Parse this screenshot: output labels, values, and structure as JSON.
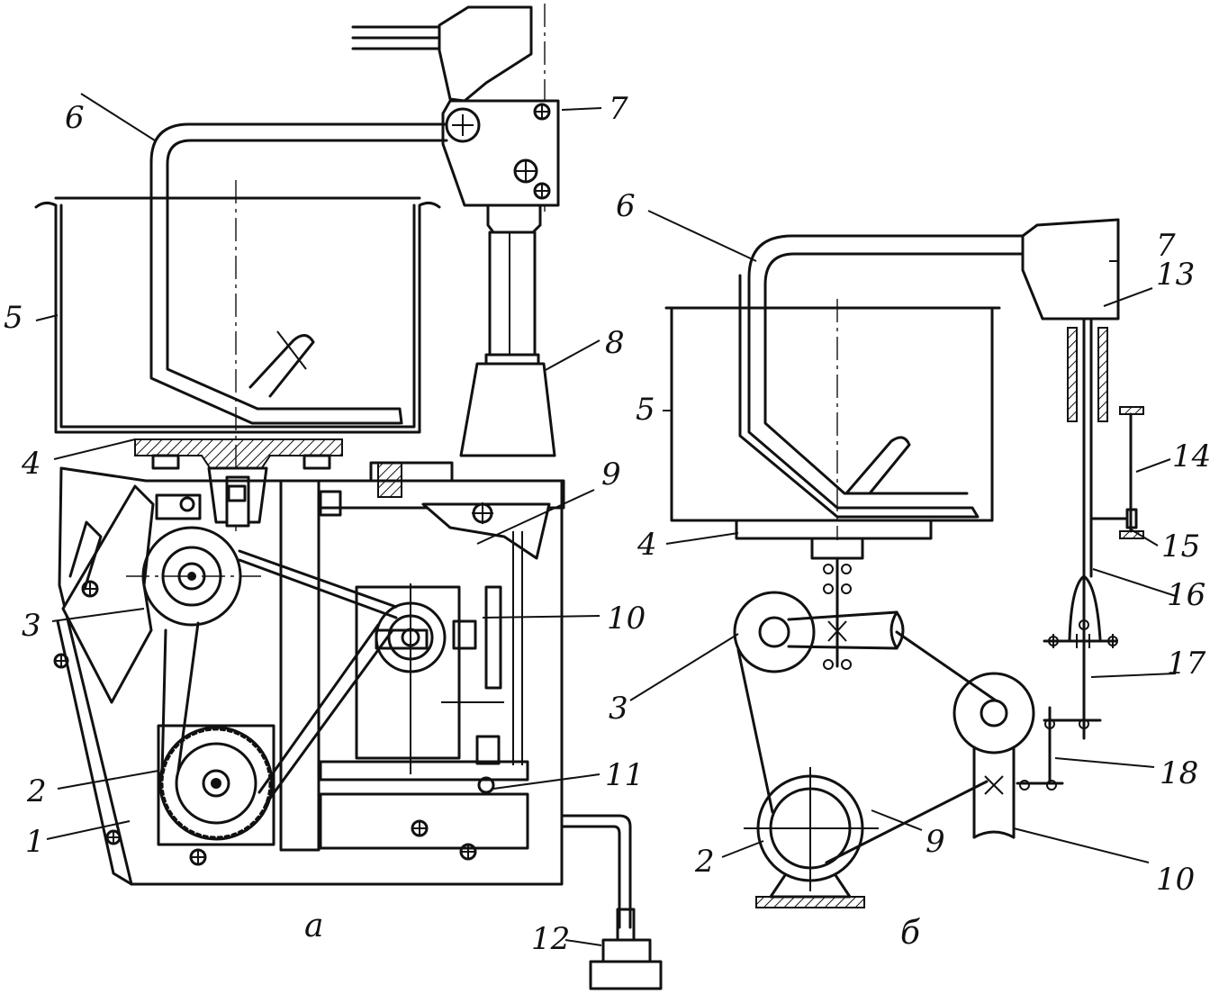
{
  "panels": {
    "a": "а",
    "b": "б"
  },
  "callouts_a": [
    "1",
    "2",
    "3",
    "4",
    "5",
    "6",
    "7",
    "8",
    "9",
    "10",
    "11",
    "12"
  ],
  "callouts_b": [
    "2",
    "3",
    "4",
    "5",
    "6",
    "7",
    "9",
    "10",
    "13",
    "14",
    "15",
    "16",
    "17",
    "18"
  ]
}
